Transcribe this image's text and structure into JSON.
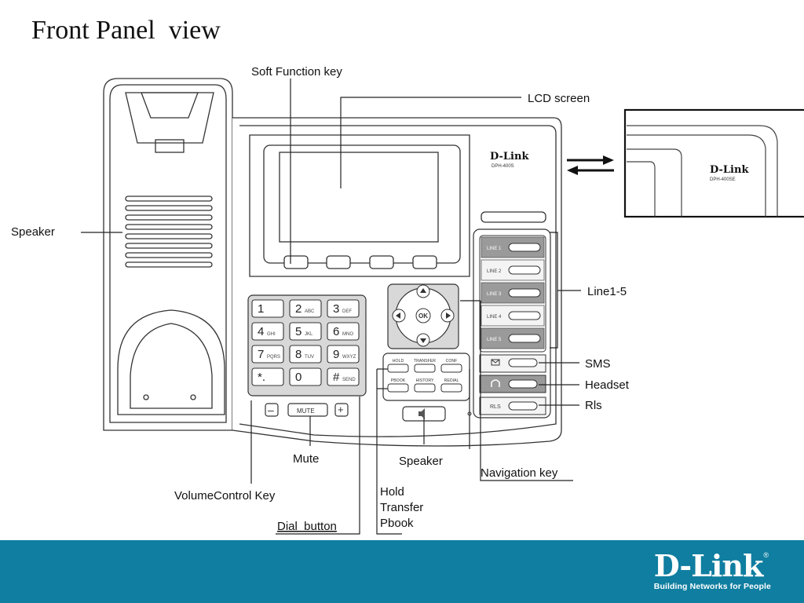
{
  "page": {
    "title": "Front Panel  view"
  },
  "phone": {
    "brand": "D-Link",
    "model": "DPH-400S",
    "inset_model": "DPH-400SE",
    "keypad": [
      {
        "main": "1",
        "sub": ""
      },
      {
        "main": "2",
        "sub": "ABC"
      },
      {
        "main": "3",
        "sub": "DEF"
      },
      {
        "main": "4",
        "sub": "GHI"
      },
      {
        "main": "5",
        "sub": "JKL"
      },
      {
        "main": "6",
        "sub": "MNO"
      },
      {
        "main": "7",
        "sub": "PQRS"
      },
      {
        "main": "8",
        "sub": "TUV"
      },
      {
        "main": "9",
        "sub": "WXYZ"
      },
      {
        "main": "*.",
        "sub": ""
      },
      {
        "main": "0",
        "sub": ""
      },
      {
        "main": "#",
        "sub": "SEND"
      }
    ],
    "mute_label": "MUTE",
    "function_keys": [
      "HOLD",
      "TRANSFER",
      "CONF",
      "PBOOK",
      "HISTORY",
      "REDIAL"
    ],
    "line_keys": [
      "LINE 1",
      "LINE 2",
      "LINE 3",
      "LINE 4",
      "LINE 5"
    ],
    "rls_label": "RLS",
    "nav_center": "OK"
  },
  "callouts": {
    "soft_function_key": "Soft Function key",
    "lcd_screen": "LCD screen",
    "speaker_left": "Speaker",
    "line": "Line1-5",
    "sms": "SMS",
    "headset": "Headset",
    "rls": "Rls",
    "mute": "Mute",
    "speaker_bottom": "Speaker",
    "navigation_key": "Navigation key",
    "volume_control_key": "VolumeControl Key",
    "hold_transfer_pbook": [
      "Hold",
      "Transfer",
      "Pbook"
    ],
    "dial_button": "Dial  button"
  },
  "footer": {
    "logo_name": "D-Link",
    "logo_reg": "®",
    "tagline": "Building Networks for People",
    "background": "#0f7ea0"
  }
}
